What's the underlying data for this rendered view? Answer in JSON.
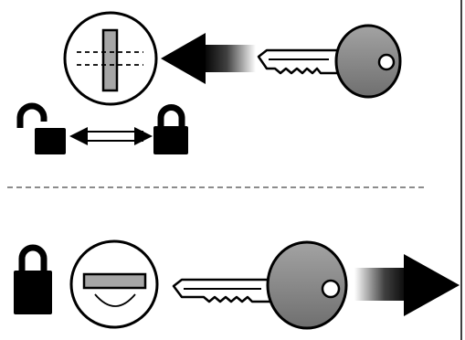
{
  "diagram": {
    "panels": [
      {
        "state": "key-insert",
        "padlocks": [
          "unlocked",
          "locked"
        ],
        "lock_face": "vertical-slot",
        "key_direction": "into-lock"
      },
      {
        "state": "key-remove",
        "padlocks": [
          "locked"
        ],
        "lock_face": "horizontal-slot",
        "key_direction": "out-of-lock"
      }
    ],
    "colors": {
      "ink": "#000000",
      "key_fill": "#8a8a8a",
      "slot_fill": "#a6a6a6",
      "divider": "#8c8c8c",
      "background": "#ffffff"
    }
  }
}
